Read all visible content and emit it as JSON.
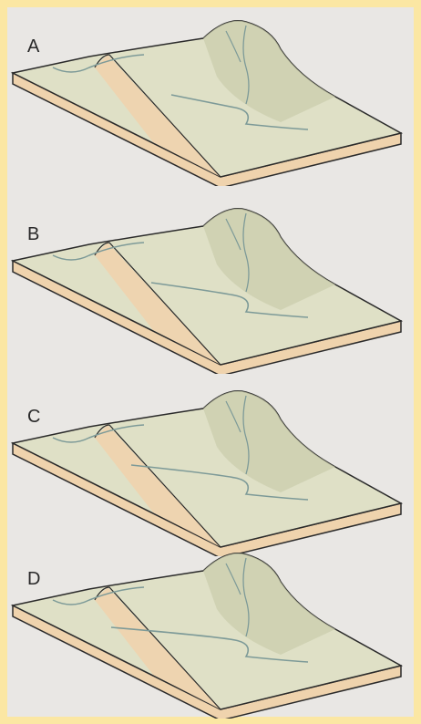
{
  "panels": [
    {
      "label": "A",
      "river_stage": 0
    },
    {
      "label": "B",
      "river_stage": 1
    },
    {
      "label": "C",
      "river_stage": 2
    },
    {
      "label": "D",
      "river_stage": 3
    }
  ],
  "colors": {
    "border": "#fbe7a3",
    "background": "#e9e7e4",
    "surface": "#dfe0c6",
    "surface_shade": "#c9ccab",
    "slab_side": "#efd3ad",
    "outline": "#2b2b2b",
    "river": "#7d9a98"
  }
}
